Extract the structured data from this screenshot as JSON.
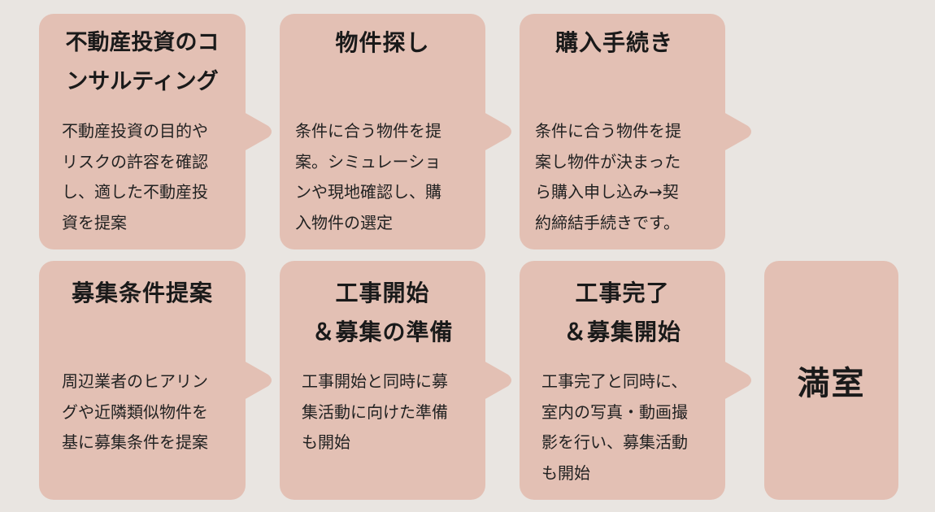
{
  "colors": {
    "background": "#E9E5E1",
    "box": "#E3C0B4",
    "text": "#1a1a1a"
  },
  "flow": {
    "row1": [
      {
        "title": "不動産投資のコ\nンサルティング",
        "description": "不動産投資の目的や\nリスクの許容を確認\nし、適した不動産投\n資を提案"
      },
      {
        "title": "物件探し",
        "description": "条件に合う物件を提\n案。シミュレーショ\nンや現地確認し、購\n入物件の選定"
      },
      {
        "title": "購入手続き",
        "description": "条件に合う物件を提\n案し物件が決まった\nら購入申し込み→契\n約締結手続きです。"
      }
    ],
    "row2": [
      {
        "title": "募集条件提案",
        "description": "周辺業者のヒアリン\nグや近隣類似物件を\n基に募集条件を提案"
      },
      {
        "title": "工事開始\n＆募集の準備",
        "description": "工事開始と同時に募\n集活動に向けた準備\nも開始"
      },
      {
        "title": "工事完了\n＆募集開始",
        "description": "工事完了と同時に、\n室内の写真・動画撮\n影を行い、募集活動\nも開始"
      }
    ],
    "final": {
      "title": "満室"
    }
  }
}
